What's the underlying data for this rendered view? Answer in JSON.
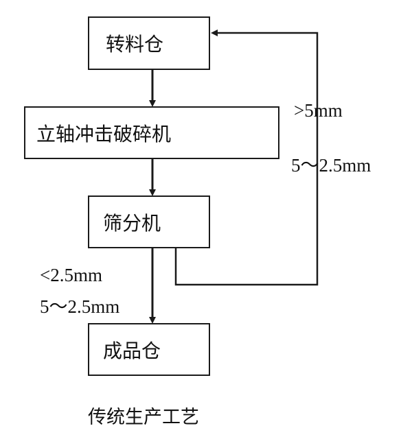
{
  "flowchart": {
    "nodes": [
      {
        "id": "box1",
        "label": "转料仓"
      },
      {
        "id": "box2",
        "label": "立轴冲击破碎机"
      },
      {
        "id": "box3",
        "label": "筛分机"
      },
      {
        "id": "box4",
        "label": "成品仓"
      }
    ],
    "recycle_labels": {
      "oversize": ">5mm",
      "range": "5～2.5mm"
    },
    "product_labels": {
      "undersize": "<2.5mm",
      "range": "5～2.5mm"
    },
    "caption": "传统生产工艺"
  },
  "colors": {
    "line": "#1a1a1a",
    "background": "#ffffff"
  }
}
